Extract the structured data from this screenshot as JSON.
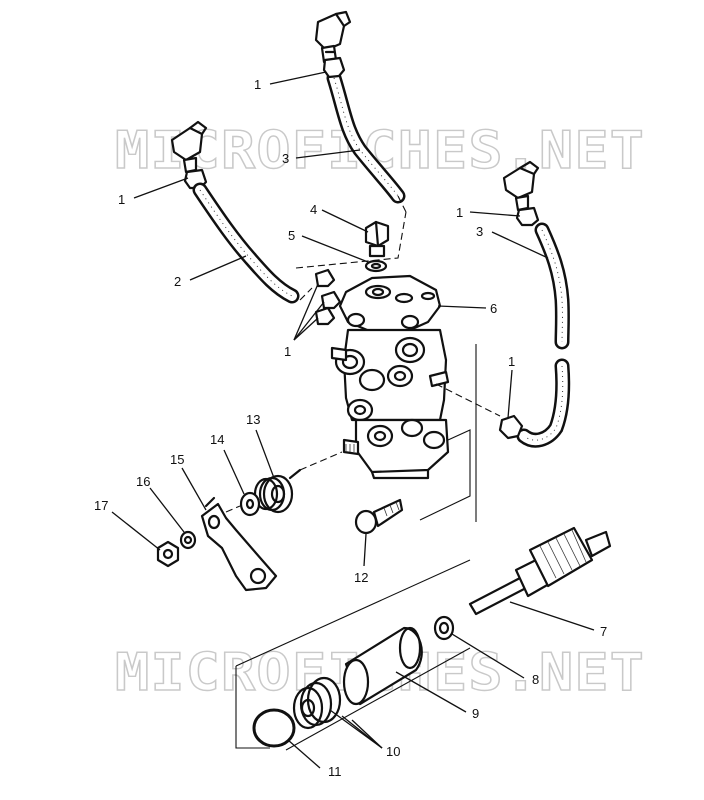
{
  "watermark": {
    "top": "MICROFICHES.NET",
    "bottom": "MICROFICHES.NET",
    "color": "#c9c9c9"
  },
  "callouts": {
    "c1a": "1",
    "c1b": "1",
    "c1c": "1",
    "c1d": "1",
    "c1e": "1",
    "c2": "2",
    "c3a": "3",
    "c3b": "3",
    "c4": "4",
    "c5": "5",
    "c6": "6",
    "c7": "7",
    "c8": "8",
    "c9": "9",
    "c10": "10",
    "c11": "11",
    "c12": "12",
    "c13": "13",
    "c14": "14",
    "c15": "15",
    "c16": "16",
    "c17": "17"
  },
  "colors": {
    "ink": "#111111",
    "background": "#ffffff"
  }
}
